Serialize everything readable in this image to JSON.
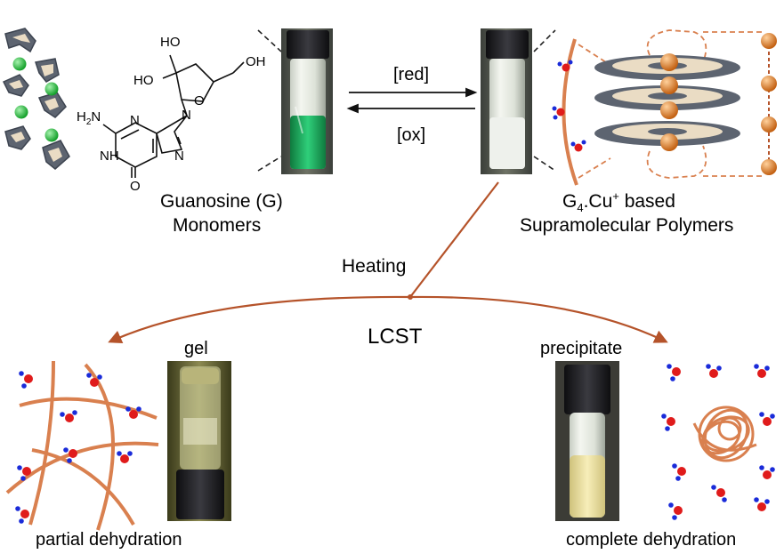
{
  "colors": {
    "copper_arrow": "#b5532a",
    "polymer_strand": "#d9804f",
    "cu_sphere": "#e07a22",
    "quartet_disc": "#5d6470",
    "sugar_wedge": "#eadcc4",
    "cation_green": "#22b83a",
    "oxygen_red": "#e01b1b",
    "hydrogen_blue": "#1a2bd9",
    "vial_cap": "#1e1e22",
    "vial_green_liquid": "#1aa35a",
    "vial_yellow_liquid": "#efe3a6"
  },
  "top": {
    "monomer_title_line1": "Guanosine (G)",
    "monomer_title_line2": "Monomers",
    "polymer_title_prefix": "G",
    "polymer_title_sub": "4",
    "polymer_title_mid": ".Cu",
    "polymer_title_sup": "+",
    "polymer_title_suffix": " based",
    "polymer_title_line2": "Supramolecular Polymers",
    "reduction_label": "[red]",
    "oxidation_label": "[ox]"
  },
  "structure": {
    "oh_top": "HO",
    "oh_left": "HO",
    "oh_right": "OH",
    "ring_oxygen": "O",
    "amine_h": "H",
    "amine_sub": "2",
    "amine_n": "N",
    "nh": "NH",
    "carbonyl_o": "O",
    "ring_n_1": "N",
    "ring_n_2": "N",
    "ring_n_3": "N"
  },
  "middle": {
    "heating_label": "Heating",
    "lcst_label": "LCST"
  },
  "bottom": {
    "gel_label": "gel",
    "gel_caption": "partial dehydration",
    "precipitate_label": "precipitate",
    "precipitate_caption": "complete dehydration"
  }
}
